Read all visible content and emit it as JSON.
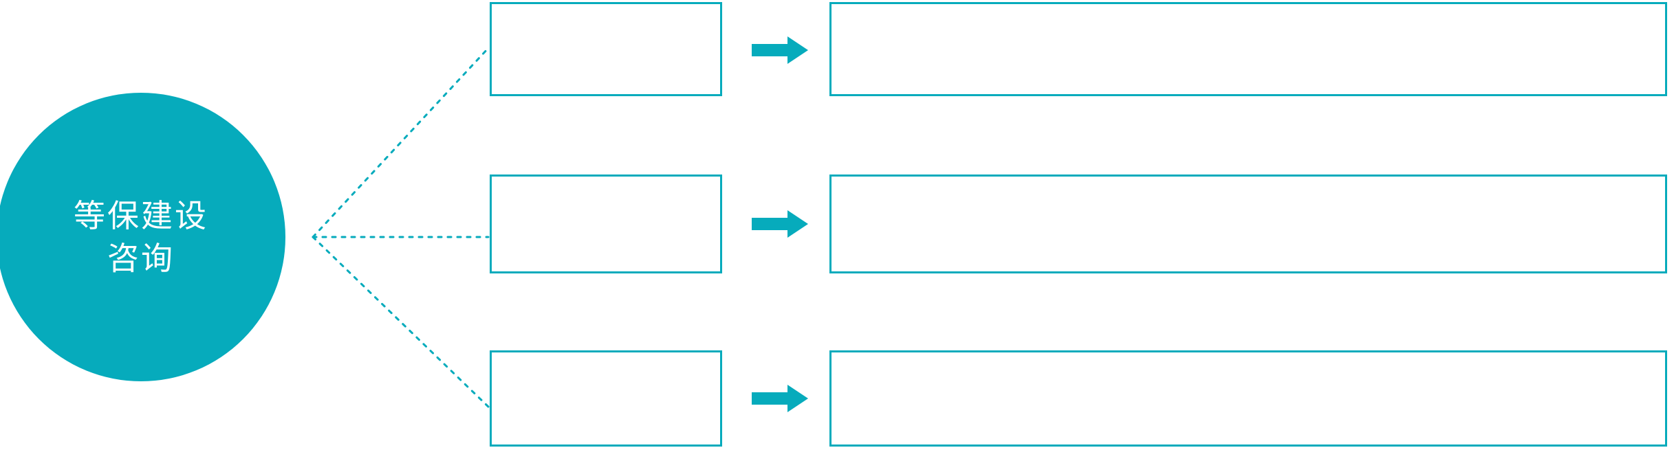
{
  "diagram": {
    "type": "hub-and-spoke-process",
    "colors": {
      "accent": "#06abbc",
      "box_border": "#06abbc",
      "canvas_background": "#ffffff",
      "hub_text": "#ffffff"
    },
    "hub": {
      "name": "hub-circle",
      "shape": "circle",
      "lines": [
        "等保建设",
        "咨询"
      ]
    },
    "connector": {
      "name": "dotted-spoke-lines",
      "style": "dotted",
      "color": "#06abbc",
      "count": 3
    },
    "arrow": {
      "name": "arrow-right-icon",
      "direction": "right",
      "color": "#06abbc"
    },
    "rows": [
      {
        "id": "row-1",
        "stage_label": "",
        "detail_label": "",
        "arrow_label": ""
      },
      {
        "id": "row-2",
        "stage_label": "",
        "detail_label": "",
        "arrow_label": ""
      },
      {
        "id": "row-3",
        "stage_label": "",
        "detail_label": "",
        "arrow_label": ""
      }
    ]
  }
}
